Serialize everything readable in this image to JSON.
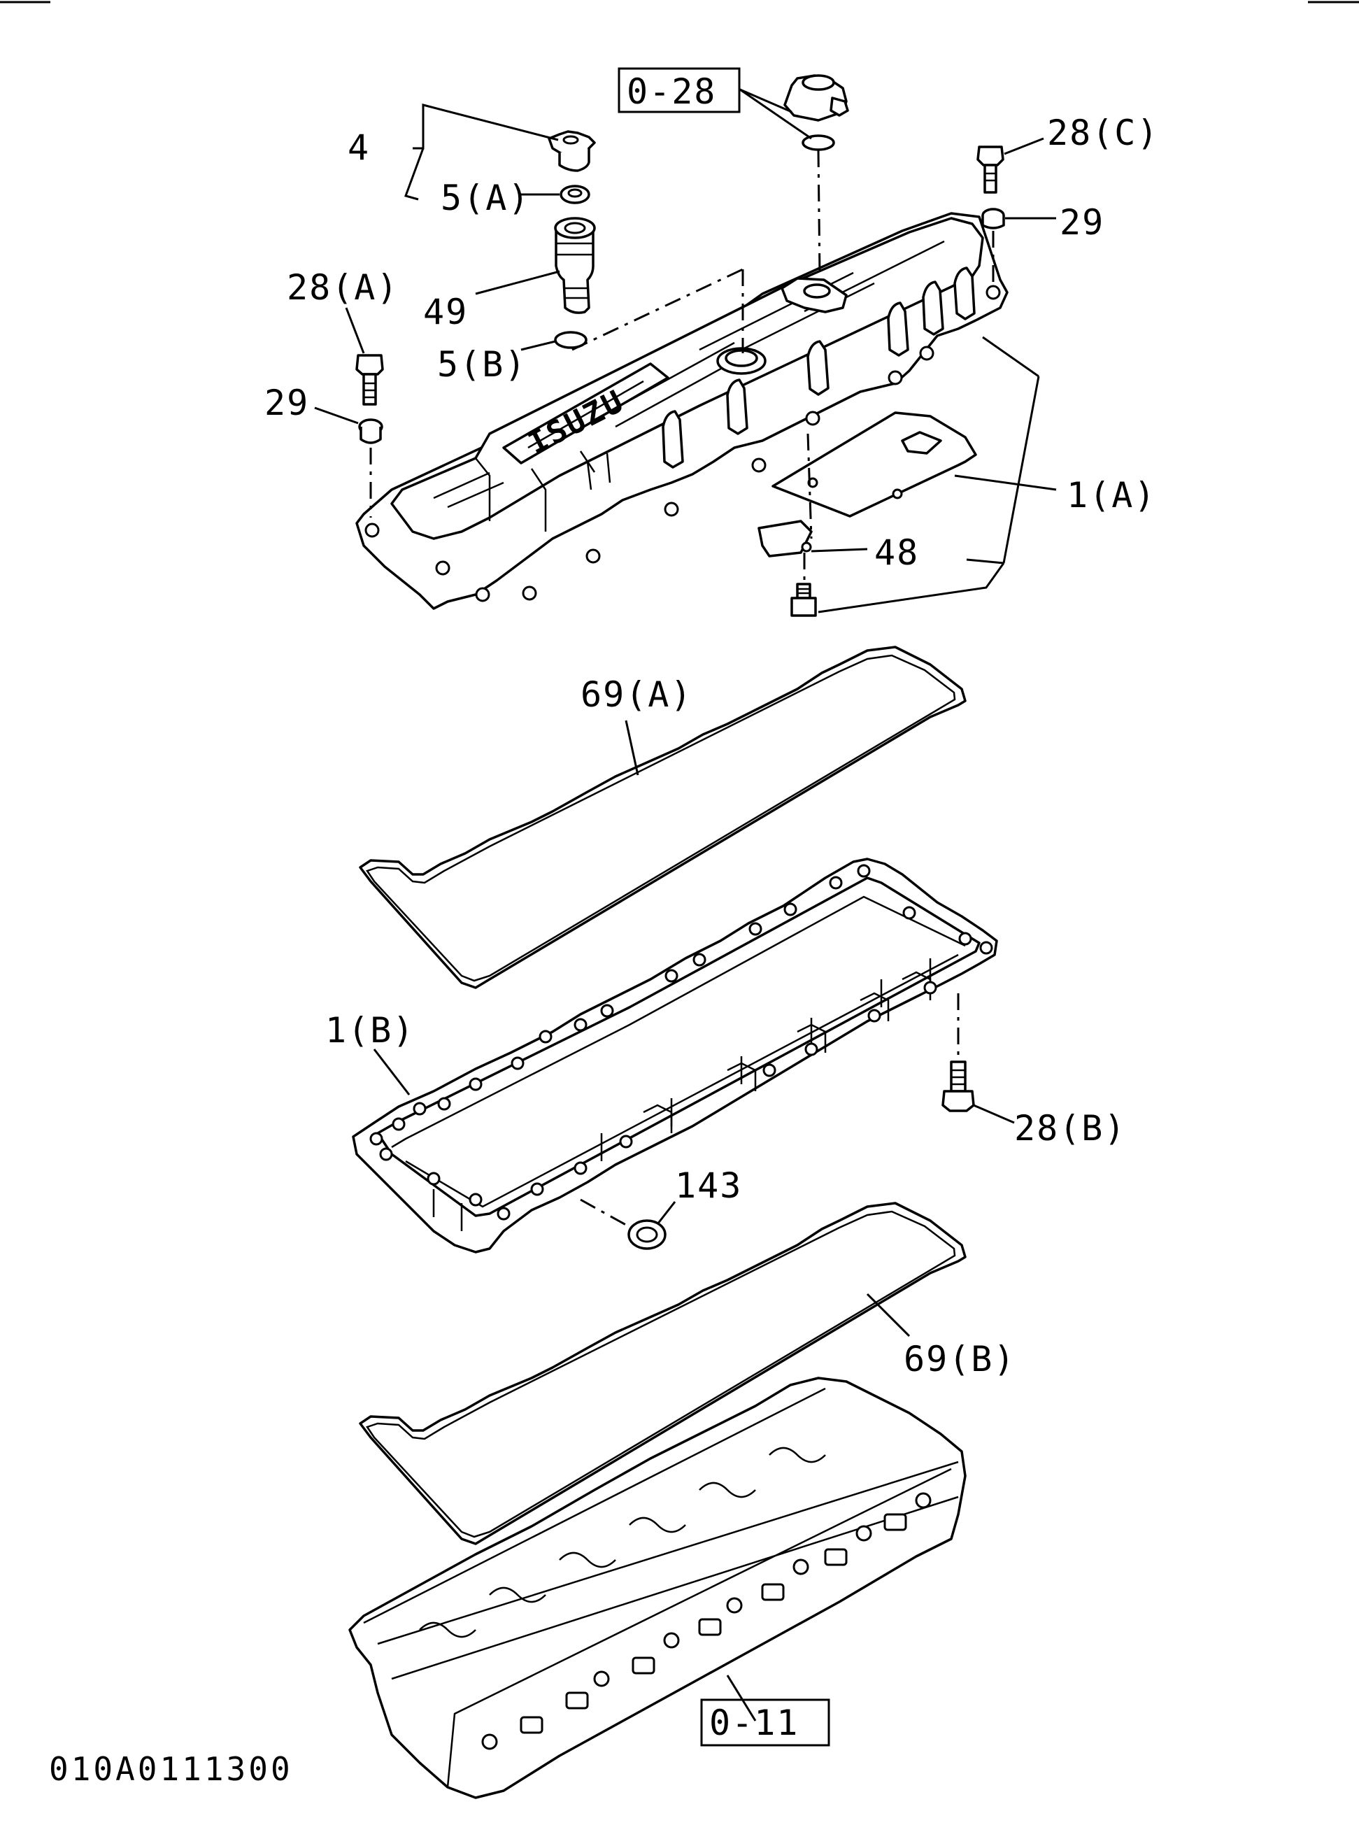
{
  "diagram": {
    "drawing_code": "010A0111300",
    "ref_boxes": {
      "top": "0-28",
      "bottom": "0-11"
    },
    "callouts": {
      "p4": "4",
      "p5a": "5(A)",
      "p49": "49",
      "p5b": "5(B)",
      "p28a": "28(A)",
      "p29_left": "29",
      "p28c": "28(C)",
      "p29_right": "29",
      "p1a": "1(A)",
      "p48": "48",
      "p69a": "69(A)",
      "p1b": "1(B)",
      "p28b": "28(B)",
      "p143": "143",
      "p69b": "69(B)"
    },
    "cover_logo": "ISUZU"
  }
}
